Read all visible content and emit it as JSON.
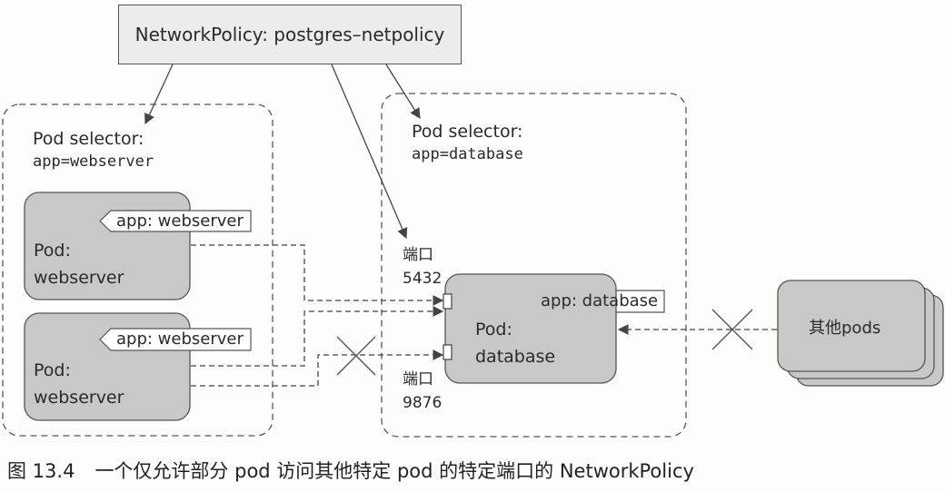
{
  "policy": {
    "label": "NetworkPolicy: postgres–netpolicy"
  },
  "webserver_selector": {
    "title": "Pod selector:",
    "value": "app=webserver"
  },
  "database_selector": {
    "title": "Pod selector:",
    "value": "app=database"
  },
  "webserver_pods": [
    {
      "label_tag": "app: webserver",
      "line1": "Pod:",
      "line2": "webserver"
    },
    {
      "label_tag": "app: webserver",
      "line1": "Pod:",
      "line2": "webserver"
    }
  ],
  "database_pod": {
    "label_tag": "app: database",
    "line1": "Pod:",
    "line2": "database"
  },
  "ports": [
    {
      "word": "端口",
      "number": "5432"
    },
    {
      "word": "端口",
      "number": "9876"
    }
  ],
  "other_pods": {
    "label": "其他pods"
  },
  "caption": {
    "figure": "图 13.4",
    "text": "一个仅允许部分 pod 访问其他特定 pod 的特定端口的 NetworkPolicy"
  },
  "colors": {
    "pod_fill": "#c8c8c8",
    "stroke": "#555555",
    "background": "#fdfdfb"
  }
}
